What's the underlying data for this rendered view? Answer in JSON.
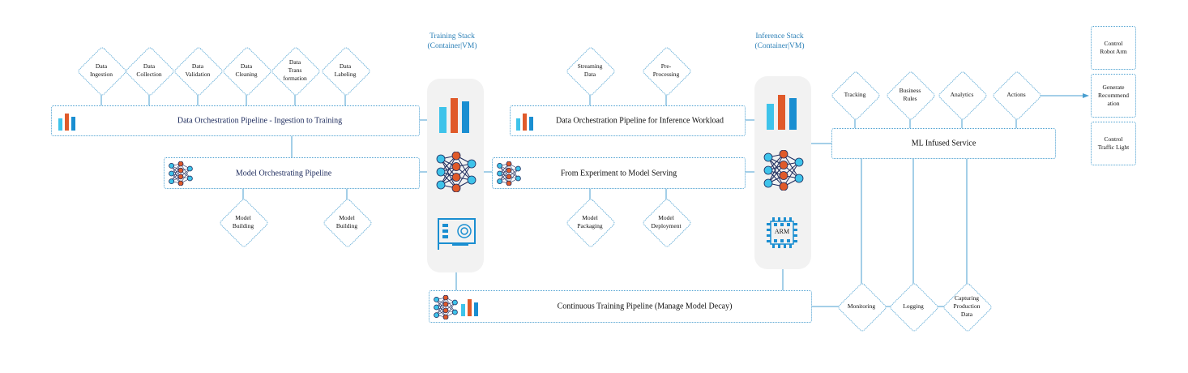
{
  "colors": {
    "accent": "#2a9fd8",
    "orange": "#e05a2a",
    "cyan": "#3ec3ea",
    "blue": "#1a8ed1"
  },
  "stacks": {
    "training": {
      "title": "Training Stack\n(Container|VM)"
    },
    "inference": {
      "title": "Inference Stack\n(Container|VM)"
    }
  },
  "pipelines": {
    "data_ingestion": "Data Orchestration Pipeline - Ingestion to Training",
    "model_orchestrating": "Model Orchestrating Pipeline",
    "data_inference": "Data Orchestration Pipeline for Inference Workload",
    "experiment_serving": "From Experiment to Model Serving",
    "continuous_training": "Continuous Training Pipeline (Manage Model Decay)",
    "ml_service": "ML Infused Service"
  },
  "data_steps": [
    "Data\nIngestion",
    "Data\nCollection",
    "Data\nValidation",
    "Data\nCleaning",
    "Data\nTrans\nformation",
    "Data\nLabeling"
  ],
  "model_steps": [
    "Model\nBuilding",
    "Model\nBuilding"
  ],
  "inference_steps": [
    "Streaming\nData",
    "Pre-\nProcessing"
  ],
  "serving_steps": [
    "Model\nPackaging",
    "Model\nDeployment"
  ],
  "service_top": [
    "Tracking",
    "Business\nRules",
    "Analytics",
    "Actions"
  ],
  "service_bottom": [
    "Monitoring",
    "Logging",
    "Capturing\nProduction\nData"
  ],
  "outputs": [
    "Control\nRobot Arm",
    "Generate\nRecommend\nation",
    "Control\nTraffic Light"
  ],
  "chip_label": "ARM",
  "icons": [
    "bar-chart-icon",
    "neural-network-icon",
    "gpu-card-icon",
    "arm-chip-icon"
  ]
}
